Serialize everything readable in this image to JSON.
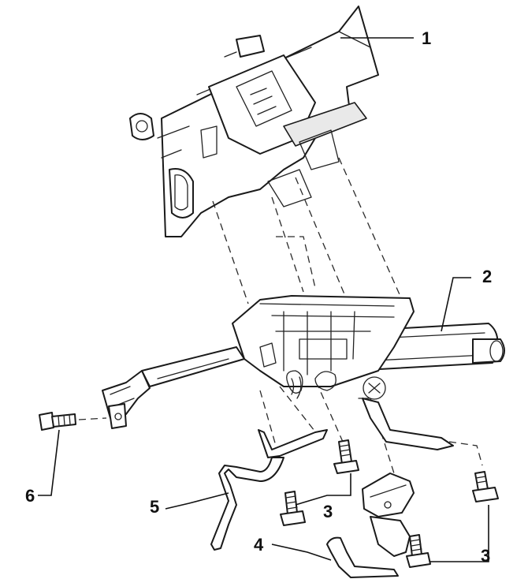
{
  "callouts": [
    {
      "id": "1",
      "text": "1"
    },
    {
      "id": "2",
      "text": "2"
    },
    {
      "id": "3a",
      "text": "3"
    },
    {
      "id": "3b",
      "text": "3"
    },
    {
      "id": "4",
      "text": "4"
    },
    {
      "id": "5",
      "text": "5"
    },
    {
      "id": "6",
      "text": "6"
    }
  ]
}
